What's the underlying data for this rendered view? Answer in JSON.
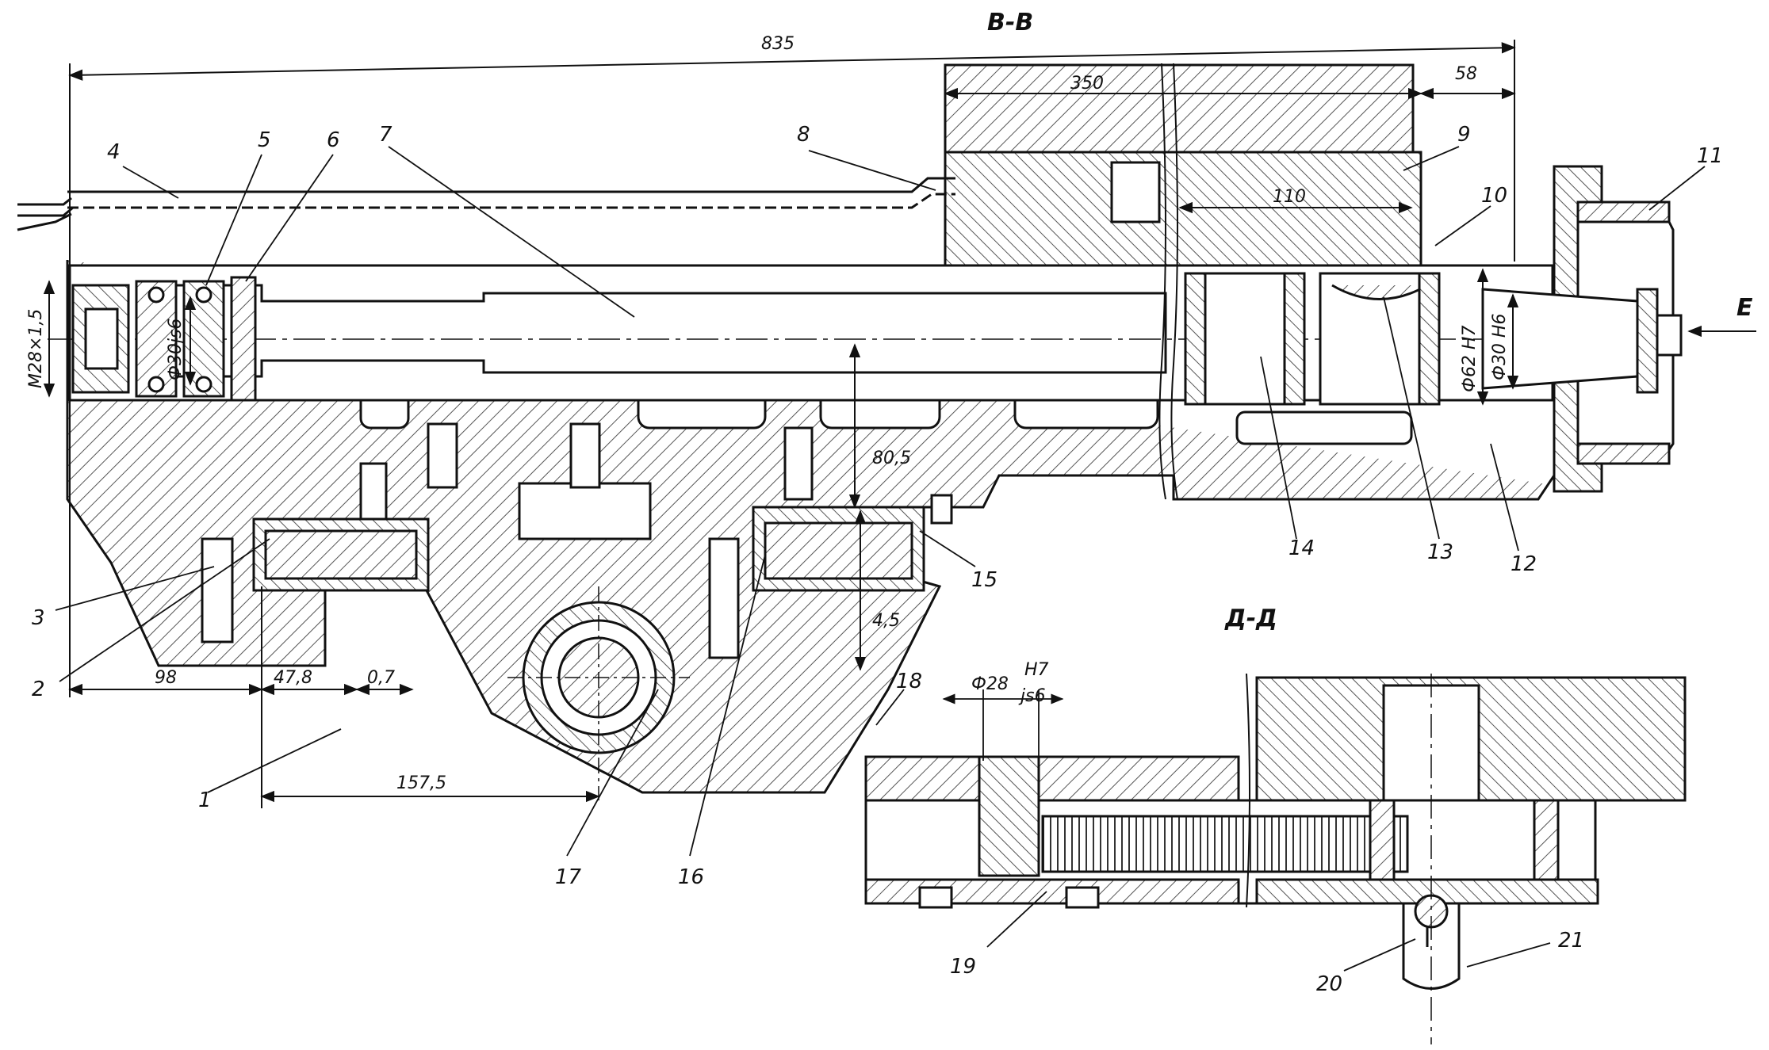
{
  "sections": {
    "main": "В-В",
    "detail": "Д-Д"
  },
  "arrow_label": "Е",
  "parts": [
    "1",
    "2",
    "3",
    "4",
    "5",
    "6",
    "7",
    "8",
    "9",
    "10",
    "11",
    "12",
    "13",
    "14",
    "15",
    "16",
    "17",
    "18",
    "19",
    "20",
    "21"
  ],
  "dimensions": {
    "overall": "835",
    "d350": "350",
    "d58": "58",
    "d110": "110",
    "d80": "80,5",
    "d45": "4,5",
    "d98": "98",
    "d47": "47,8",
    "d07": "0,7",
    "d157": "157,5",
    "thread": "М28×1,5",
    "shaft1": "Ф30js6",
    "bore": "Ф62 Н7",
    "shaft2": "Ф30 Н6",
    "fit_main": "Ф28",
    "fit_num": "Н7",
    "fit_den": "js6"
  },
  "colors": {
    "line": "#111111",
    "hatch": "#6a6a6a",
    "paper": "#ffffff"
  }
}
